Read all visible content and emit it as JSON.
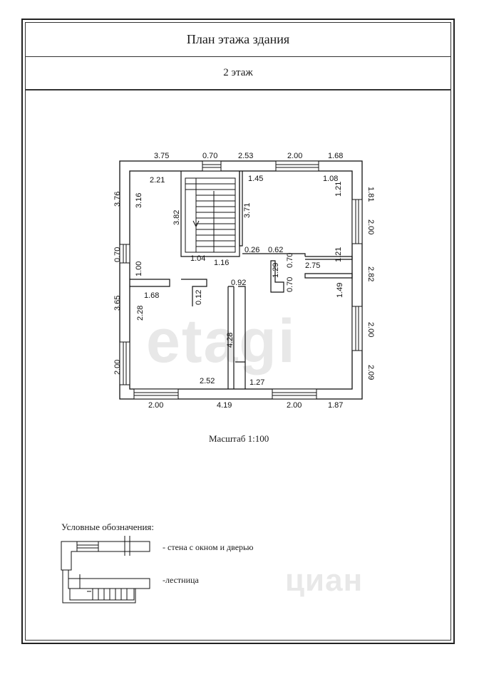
{
  "header": {
    "title": "План этажа здания",
    "floor": "2 этаж"
  },
  "dimensions": {
    "top_1": "3.75",
    "top_2": "0.70",
    "top_3": "2.53",
    "top_4": "2.00",
    "top_5": "1.68",
    "right_1": "1.81",
    "right_2": "2.00",
    "right_3": "2.82",
    "right_4": "2.00",
    "right_5": "2.09",
    "bottom_1": "2.00",
    "bottom_2": "4.19",
    "bottom_3": "2.00",
    "bottom_4": "1.87",
    "left_1": "3.76",
    "left_2": "0.70",
    "left_3": "3.65",
    "left_4": "2.00",
    "r1_width": "2.21",
    "r1_height": "3.16",
    "stair_h": "3.82",
    "stair_w": "1.04",
    "stair_w2": "1.16",
    "r_top_h": "3.71",
    "corridor_small": "0.26",
    "door_left": "1.00",
    "r2_width": "1.45",
    "r2_w2": "1.08",
    "r2_h1": "1.21",
    "r2_h2": "1.21",
    "d_062": "0.62",
    "d_129": "1.29",
    "d_070a": "0.70",
    "d_070b": "0.70",
    "d_275": "2.75",
    "d_092": "0.92",
    "d_168": "1.68",
    "d_012": "0.12",
    "d_228": "2.28",
    "d_428": "4.28",
    "d_252": "2.52",
    "d_127": "1.27",
    "d_149": "1.49"
  },
  "scale_label": "Масштаб 1:100",
  "legend": {
    "title": "Условные обозначения:",
    "wall_label": "- стена с окном и дверью",
    "stair_label": "-лестница"
  },
  "watermarks": {
    "etagi": "etagi",
    "cian": "циан"
  }
}
